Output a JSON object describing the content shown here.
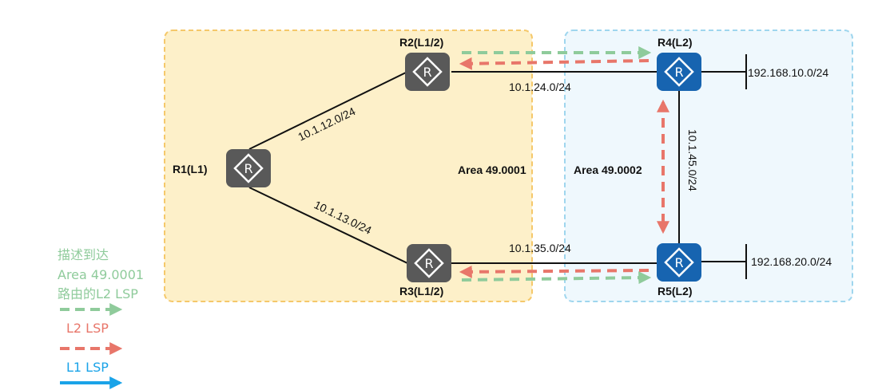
{
  "areas": [
    {
      "id": "area1",
      "label": "Area 49.0001",
      "fill": "#fdf0c9",
      "stroke": "#f5c86a"
    },
    {
      "id": "area2",
      "label": "Area 49.0002",
      "fill": "#eff8fd",
      "stroke": "#9fd6ee"
    }
  ],
  "routers": [
    {
      "id": "r1",
      "label": "R1(L1)",
      "style": "gray"
    },
    {
      "id": "r2",
      "label": "R2(L1/2)",
      "style": "gray"
    },
    {
      "id": "r3",
      "label": "R3(L1/2)",
      "style": "gray"
    },
    {
      "id": "r4",
      "label": "R4(L2)",
      "style": "blue"
    },
    {
      "id": "r5",
      "label": "R5(L2)",
      "style": "blue"
    }
  ],
  "links": [
    {
      "id": "r1-r2",
      "subnet": "10.1.12.0/24"
    },
    {
      "id": "r1-r3",
      "subnet": "10.1.13.0/24"
    },
    {
      "id": "r2-r4",
      "subnet": "10.1.24.0/24"
    },
    {
      "id": "r3-r5",
      "subnet": "10.1.35.0/24"
    },
    {
      "id": "r4-r5",
      "subnet": "10.1.45.0/24"
    }
  ],
  "stubs": [
    {
      "id": "r4-net",
      "subnet": "192.168.10.0/24"
    },
    {
      "id": "r5-net",
      "subnet": "192.168.20.0/24"
    }
  ],
  "legend": {
    "l2_area_desc_lines": [
      "描述到达",
      "Area 49.0001",
      "路由的L2 LSP"
    ],
    "l2_lsp": "L2 LSP",
    "l1_lsp": "L1 LSP"
  },
  "colors": {
    "green_lsp": "#8fcb9b",
    "red_lsp": "#e8766a",
    "blue_lsp": "#1aa3e8",
    "router_gray": "#595959",
    "router_blue": "#1764b0"
  },
  "icons": {
    "router": "router-icon",
    "arrow": "arrow-icon"
  }
}
